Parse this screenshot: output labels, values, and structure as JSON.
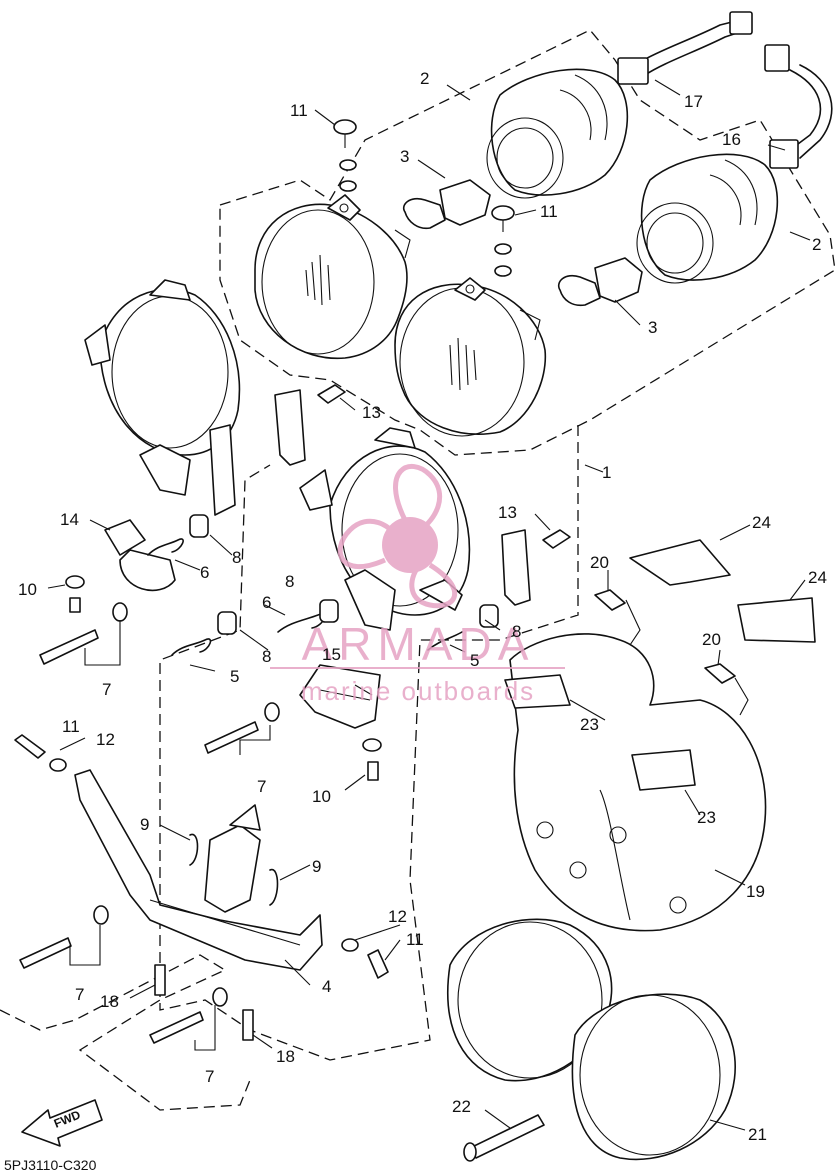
{
  "diagram_code": "5PJ3110-C320",
  "fwd_label": "FWD",
  "watermark": {
    "brand": "ARMADA",
    "tagline": "marine outboards",
    "color": "#e6a3c4"
  },
  "callouts": [
    {
      "id": "c1",
      "text": "1"
    },
    {
      "id": "c2a",
      "text": "2"
    },
    {
      "id": "c2b",
      "text": "2"
    },
    {
      "id": "c3a",
      "text": "3"
    },
    {
      "id": "c3b",
      "text": "3"
    },
    {
      "id": "c4",
      "text": "4"
    },
    {
      "id": "c5a",
      "text": "5"
    },
    {
      "id": "c5b",
      "text": "5"
    },
    {
      "id": "c6a",
      "text": "6"
    },
    {
      "id": "c6b",
      "text": "6"
    },
    {
      "id": "c7a",
      "text": "7"
    },
    {
      "id": "c7b",
      "text": "7"
    },
    {
      "id": "c7c",
      "text": "7"
    },
    {
      "id": "c7d",
      "text": "7"
    },
    {
      "id": "c8a",
      "text": "8"
    },
    {
      "id": "c8b",
      "text": "8"
    },
    {
      "id": "c8c",
      "text": "8"
    },
    {
      "id": "c8d",
      "text": "8"
    },
    {
      "id": "c9a",
      "text": "9"
    },
    {
      "id": "c9b",
      "text": "9"
    },
    {
      "id": "c10a",
      "text": "10"
    },
    {
      "id": "c10b",
      "text": "10"
    },
    {
      "id": "c11a",
      "text": "11"
    },
    {
      "id": "c11b",
      "text": "11"
    },
    {
      "id": "c11c",
      "text": "11"
    },
    {
      "id": "c11d",
      "text": "11"
    },
    {
      "id": "c12a",
      "text": "12"
    },
    {
      "id": "c12b",
      "text": "12"
    },
    {
      "id": "c13a",
      "text": "13"
    },
    {
      "id": "c13b",
      "text": "13"
    },
    {
      "id": "c14",
      "text": "14"
    },
    {
      "id": "c15",
      "text": "15"
    },
    {
      "id": "c16",
      "text": "16"
    },
    {
      "id": "c17",
      "text": "17"
    },
    {
      "id": "c18a",
      "text": "18"
    },
    {
      "id": "c18b",
      "text": "18"
    },
    {
      "id": "c19",
      "text": "19"
    },
    {
      "id": "c20a",
      "text": "20"
    },
    {
      "id": "c20b",
      "text": "20"
    },
    {
      "id": "c21",
      "text": "21"
    },
    {
      "id": "c22",
      "text": "22"
    },
    {
      "id": "c23a",
      "text": "23"
    },
    {
      "id": "c23b",
      "text": "23"
    },
    {
      "id": "c24a",
      "text": "24"
    },
    {
      "id": "c24b",
      "text": "24"
    }
  ]
}
